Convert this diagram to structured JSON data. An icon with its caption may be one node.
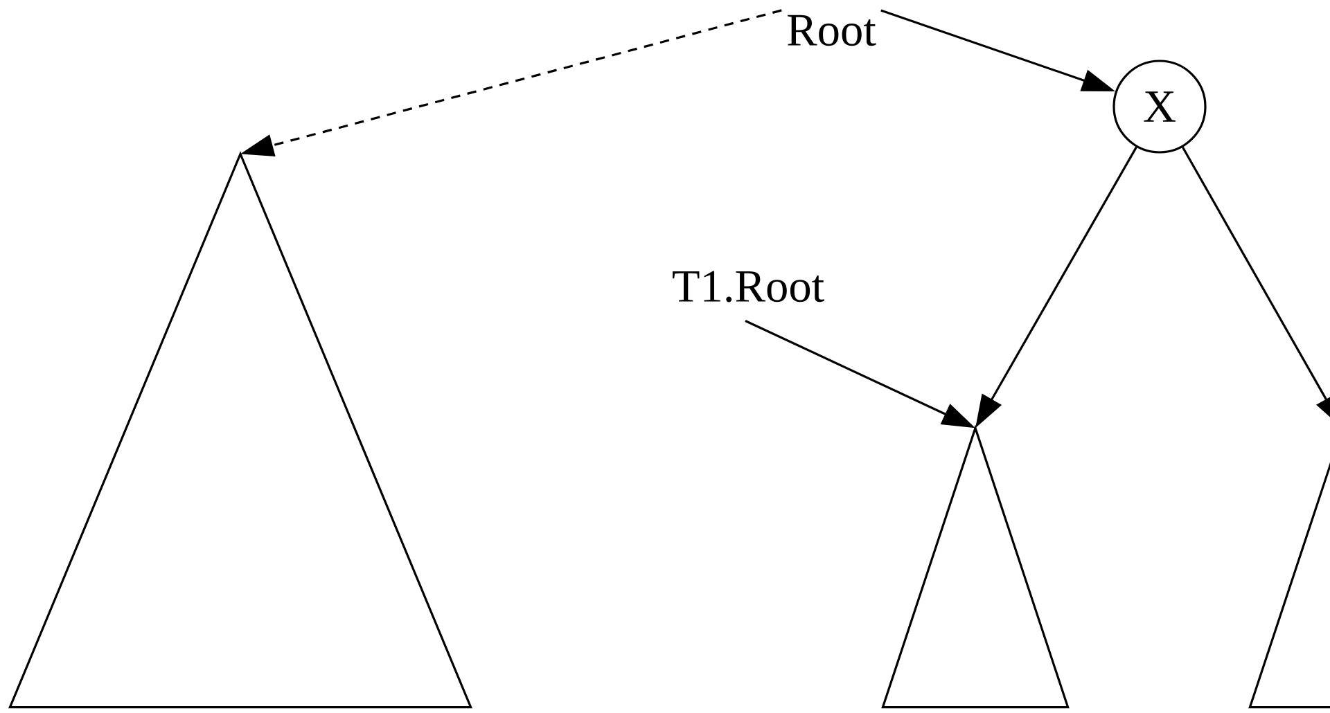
{
  "diagram": {
    "nodes": [
      {
        "text": [
          "Root"
        ]
      },
      {
        "text": [
          "X"
        ]
      },
      {
        "text": [],
        "shape": "triangle"
      },
      {
        "text": [
          "T1.Root"
        ]
      },
      {
        "text": [],
        "shape": "triangle"
      },
      {
        "text": [],
        "shape": "triangle"
      }
    ],
    "edges": [
      {
        "from": 0,
        "to": 1,
        "arrow": "to"
      },
      {
        "from": 0,
        "to": 2,
        "arrow": "to",
        "style": "dashed"
      },
      {
        "from": 1,
        "to": 4,
        "arrow": "to"
      },
      {
        "from": 1,
        "to": 5,
        "arrow": "to"
      },
      {
        "from": 3,
        "to": 4,
        "arrow": "to"
      }
    ]
  }
}
